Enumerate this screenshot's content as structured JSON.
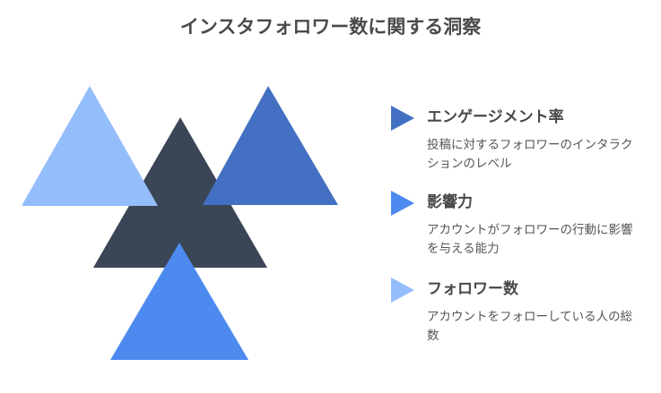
{
  "title": "インスタフォロワー数に関する洞察",
  "colors": {
    "dark": "#3a4556",
    "light": "#94bdfc",
    "darkblue": "#4370c2",
    "blue": "#4d8af0"
  },
  "items": [
    {
      "heading": "エンゲージメント率",
      "desc": "投稿に対するフォロワーのインタラクションのレベル",
      "color": "#4370c2"
    },
    {
      "heading": "影響力",
      "desc": "アカウントがフォロワーの行動に影響を与える能力",
      "color": "#4d8af0"
    },
    {
      "heading": "フォロワー数",
      "desc": "アカウントをフォローしている人の総数",
      "color": "#94bdfc"
    }
  ]
}
